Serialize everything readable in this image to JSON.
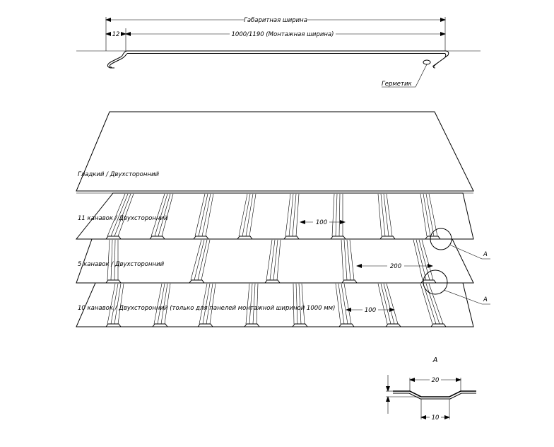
{
  "top_profile": {
    "overall_width_label": "Габаритная ширина",
    "lock_offset_label": "12",
    "mounting_width_label": "1000/1190 (Монтажная ширина)",
    "sealant_label": "Герметик"
  },
  "sheets": [
    {
      "label": "Гладкий / Двухсторонний"
    },
    {
      "label": "11 канавок / Двухсторонний",
      "pitch_label": "100"
    },
    {
      "label": "5 канавок / Двухсторонний",
      "pitch_label": "200"
    },
    {
      "label": "10 канавок / Двухсторонний (только для панелей монтажной шириной 1000 мм)",
      "pitch_label": "100"
    }
  ],
  "callouts": {
    "detail_a": "A"
  },
  "detail_a": {
    "title": "A",
    "top_width_label": "20",
    "bottom_width_label": "10"
  }
}
